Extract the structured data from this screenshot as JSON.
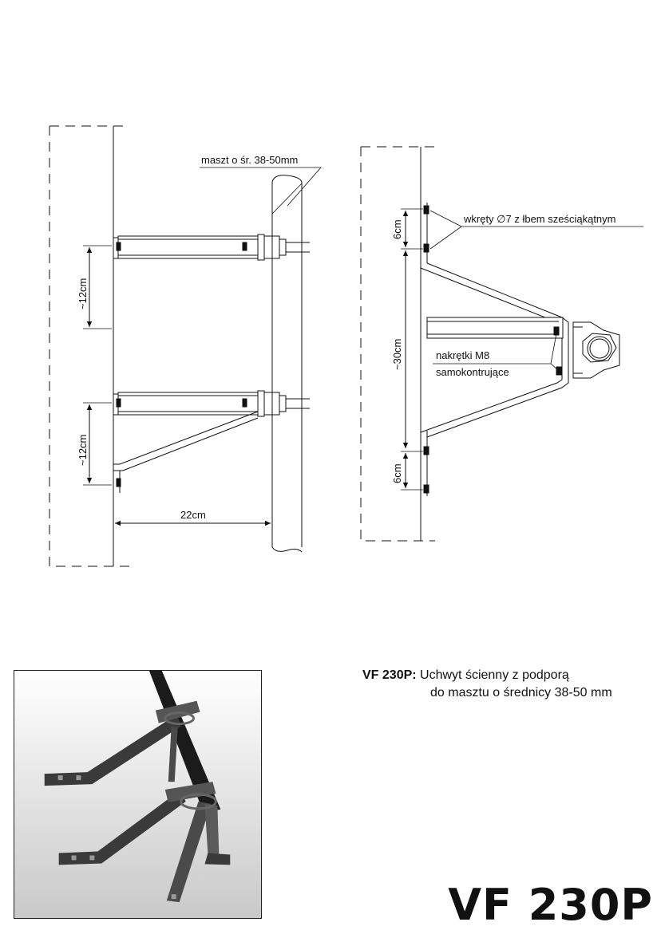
{
  "drawing_labels": {
    "mast": "maszt o śr. 38-50mm",
    "screws": "wkręty ∅7 z łbem sześciąkątnym",
    "nuts_line1": "nakrętki M8",
    "nuts_line2": "samokontrujące",
    "dim_12cm_upper": "~12cm",
    "dim_12cm_lower": "~12cm",
    "dim_22cm": "22cm",
    "dim_6cm_top": "6cm",
    "dim_30cm": "~30cm",
    "dim_6cm_bottom": "6cm"
  },
  "description": {
    "code": "VF 230P:",
    "line1": "Uchwyt ścienny z podporą",
    "line2": "do masztu o średnicy 38-50 mm"
  },
  "product_code": "VF 230P"
}
